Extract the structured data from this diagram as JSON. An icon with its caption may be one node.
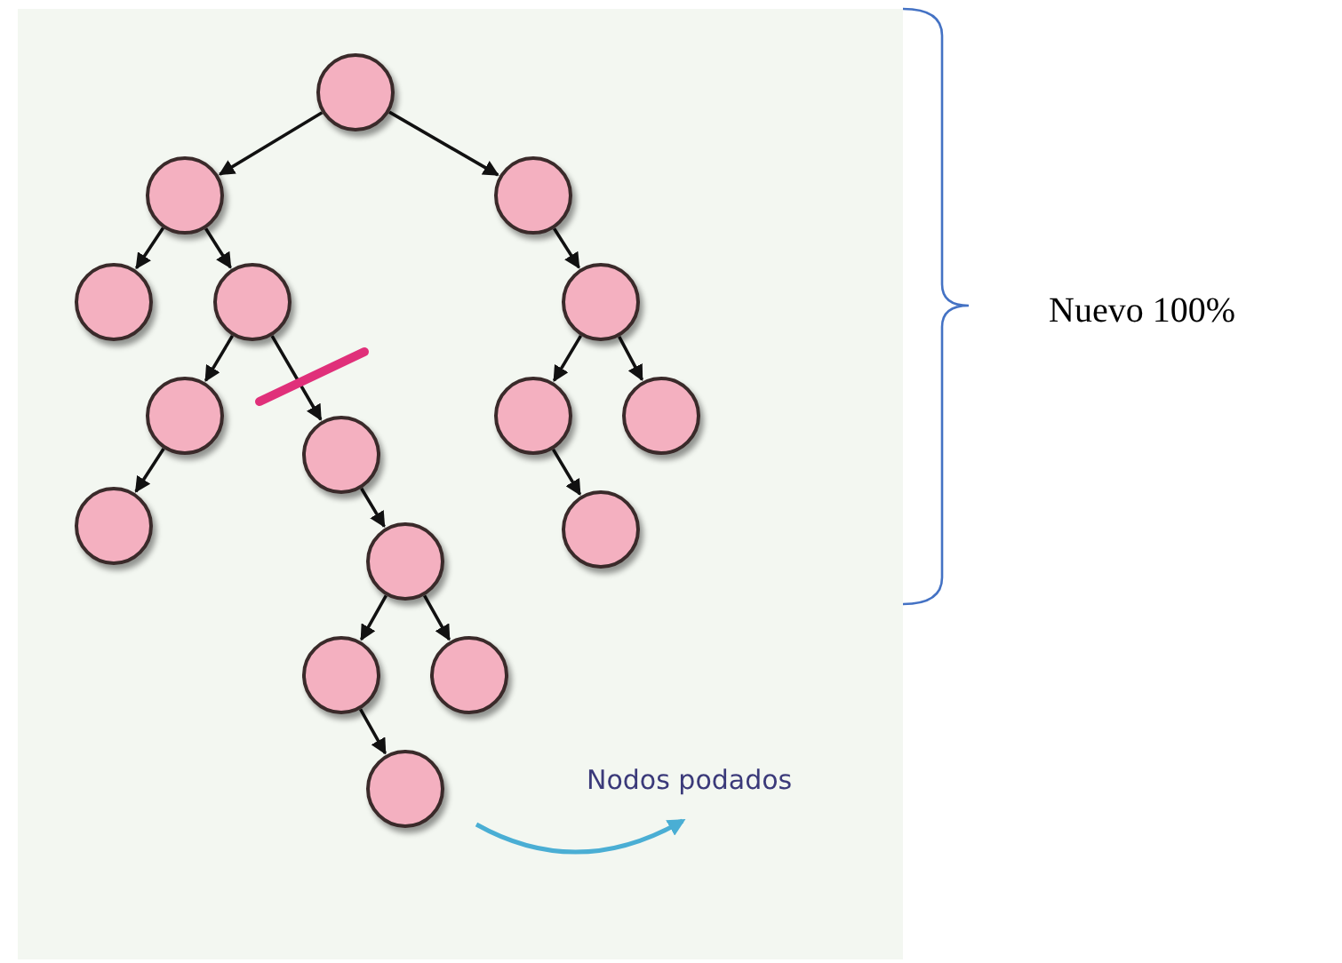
{
  "diagram": {
    "nodes": [
      {
        "text": [],
        "shape": "circle"
      },
      {
        "text": [],
        "shape": "circle"
      },
      {
        "text": [],
        "shape": "circle"
      },
      {
        "text": [],
        "shape": "circle"
      },
      {
        "text": [],
        "shape": "circle"
      },
      {
        "text": [],
        "shape": "circle"
      },
      {
        "text": [],
        "shape": "circle"
      },
      {
        "text": [],
        "shape": "circle"
      },
      {
        "text": [],
        "shape": "circle"
      },
      {
        "text": [],
        "shape": "circle"
      },
      {
        "text": [],
        "shape": "circle"
      },
      {
        "text": [],
        "shape": "circle"
      },
      {
        "text": [],
        "shape": "circle"
      },
      {
        "text": [],
        "shape": "circle"
      },
      {
        "text": [],
        "shape": "circle"
      },
      {
        "text": [],
        "shape": "circle"
      }
    ],
    "edges": [
      {
        "from": 0,
        "to": 1,
        "arrow": "to"
      },
      {
        "from": 0,
        "to": 2,
        "arrow": "to"
      },
      {
        "from": 1,
        "to": 3,
        "arrow": "to"
      },
      {
        "from": 1,
        "to": 4,
        "arrow": "to"
      },
      {
        "from": 4,
        "to": 5,
        "arrow": "to"
      },
      {
        "from": 4,
        "to": 7,
        "arrow": "to"
      },
      {
        "from": 5,
        "to": 6,
        "arrow": "to"
      },
      {
        "from": 7,
        "to": 8,
        "arrow": "to"
      },
      {
        "from": 8,
        "to": 9,
        "arrow": "to"
      },
      {
        "from": 8,
        "to": 10,
        "arrow": "to"
      },
      {
        "from": 9,
        "to": 11,
        "arrow": "to"
      },
      {
        "from": 2,
        "to": 12,
        "arrow": "to"
      },
      {
        "from": 12,
        "to": 13,
        "arrow": "to"
      },
      {
        "from": 12,
        "to": 14,
        "arrow": "to"
      },
      {
        "from": 13,
        "to": 15,
        "arrow": "to"
      }
    ],
    "labels": [
      "Nodos podados",
      "Nuevo 100%"
    ]
  }
}
